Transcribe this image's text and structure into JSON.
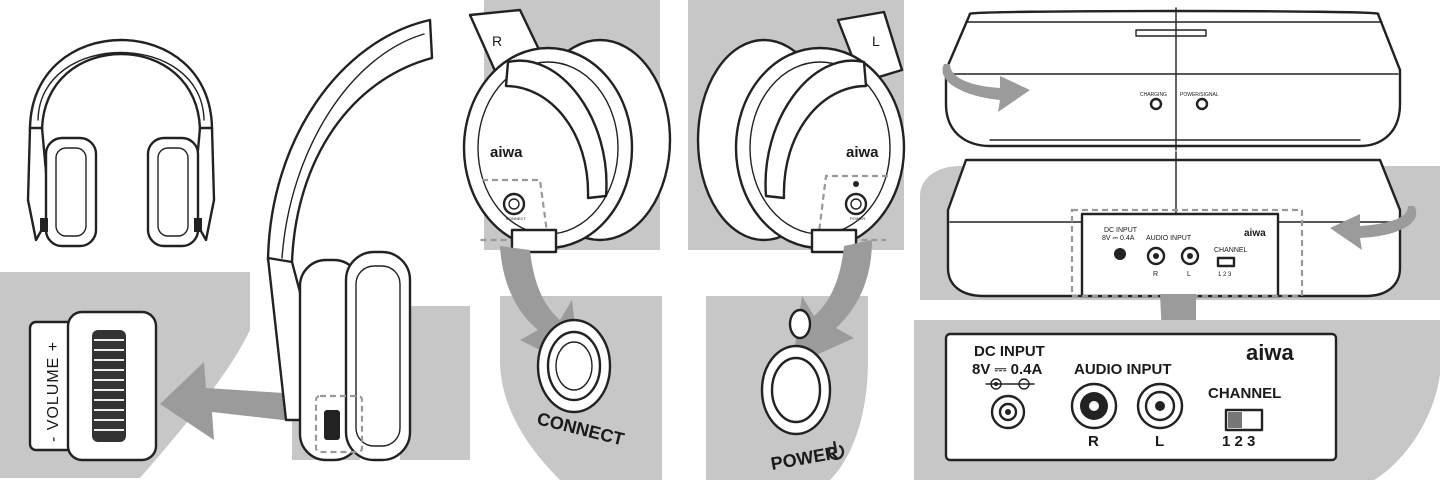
{
  "panel_headphone_volume": {
    "volume_label": "- VOLUME +"
  },
  "panel_connect": {
    "side_letter": "R",
    "brand": "aiwa",
    "button_label": "CONNECT",
    "small_label": "CONNECT"
  },
  "panel_power": {
    "side_letter": "L",
    "brand": "aiwa",
    "button_label": "POWER",
    "small_label": "POWER"
  },
  "panel_base_front": {
    "charging_label": "CHARGING",
    "power_signal_label": "POWER/SIGNAL"
  },
  "panel_base_back": {
    "dc_input_label": "DC INPUT",
    "dc_rating": "8V ⎓ 0.4A",
    "audio_input_label": "AUDIO INPUT",
    "jack_r": "R",
    "jack_l": "L",
    "channel_label": "CHANNEL",
    "channel_numbers": "1 2 3",
    "brand": "aiwa"
  },
  "panel_back_closeup": {
    "dc_input_label": "DC INPUT",
    "dc_rating": "8V ⎓ 0.4A",
    "audio_input_label": "AUDIO INPUT",
    "jack_r": "R",
    "jack_l": "L",
    "channel_label": "CHANNEL",
    "channel_numbers": "1 2 3",
    "brand": "aiwa"
  },
  "colors": {
    "panel_gray": "#c7c7c7",
    "arrow_gray": "#9b9b9b",
    "line": "#222222"
  },
  "icons": [
    "rotate-arrow-icon",
    "callout-arrow-icon",
    "power-symbol-icon",
    "polarity-icon"
  ]
}
